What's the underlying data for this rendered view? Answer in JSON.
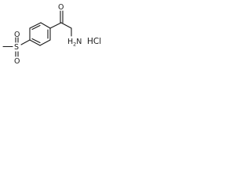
{
  "molecule": {
    "atoms": {
      "oxygen_carbonyl": "O",
      "oxygen_sulfonyl_top": "O",
      "oxygen_sulfonyl_bottom": "O",
      "sulfur": "S",
      "amine_prefix": "H",
      "amine_subscript": "2",
      "amine_suffix": "N",
      "salt": "HCl"
    }
  }
}
